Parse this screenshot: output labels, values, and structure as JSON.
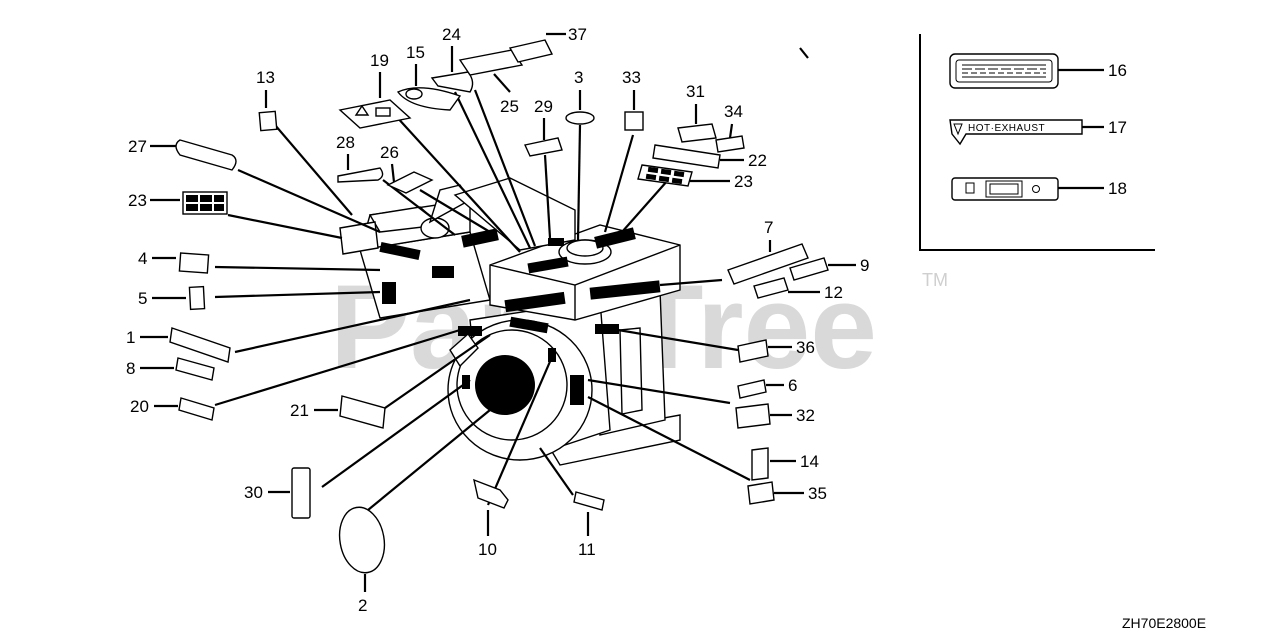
{
  "watermark": {
    "text": "PartsTree",
    "tm": "TM"
  },
  "diagram_code": "ZH70E2800E",
  "inset": {
    "hot_exhaust_text": "HOT·EXHAUST"
  },
  "callouts": {
    "n1": "1",
    "n2": "2",
    "n3": "3",
    "n4": "4",
    "n5": "5",
    "n6": "6",
    "n7": "7",
    "n8": "8",
    "n9": "9",
    "n10": "10",
    "n11": "11",
    "n12": "12",
    "n13": "13",
    "n14": "14",
    "n15": "15",
    "n16": "16",
    "n17": "17",
    "n18": "18",
    "n19": "19",
    "n20": "20",
    "n21": "21",
    "n22": "22",
    "n23a": "23",
    "n23b": "23",
    "n24": "24",
    "n25": "25",
    "n26": "26",
    "n27": "27",
    "n28": "28",
    "n29": "29",
    "n30": "30",
    "n31": "31",
    "n32": "32",
    "n33": "33",
    "n34": "34",
    "n35": "35",
    "n36": "36",
    "n37": "37"
  }
}
